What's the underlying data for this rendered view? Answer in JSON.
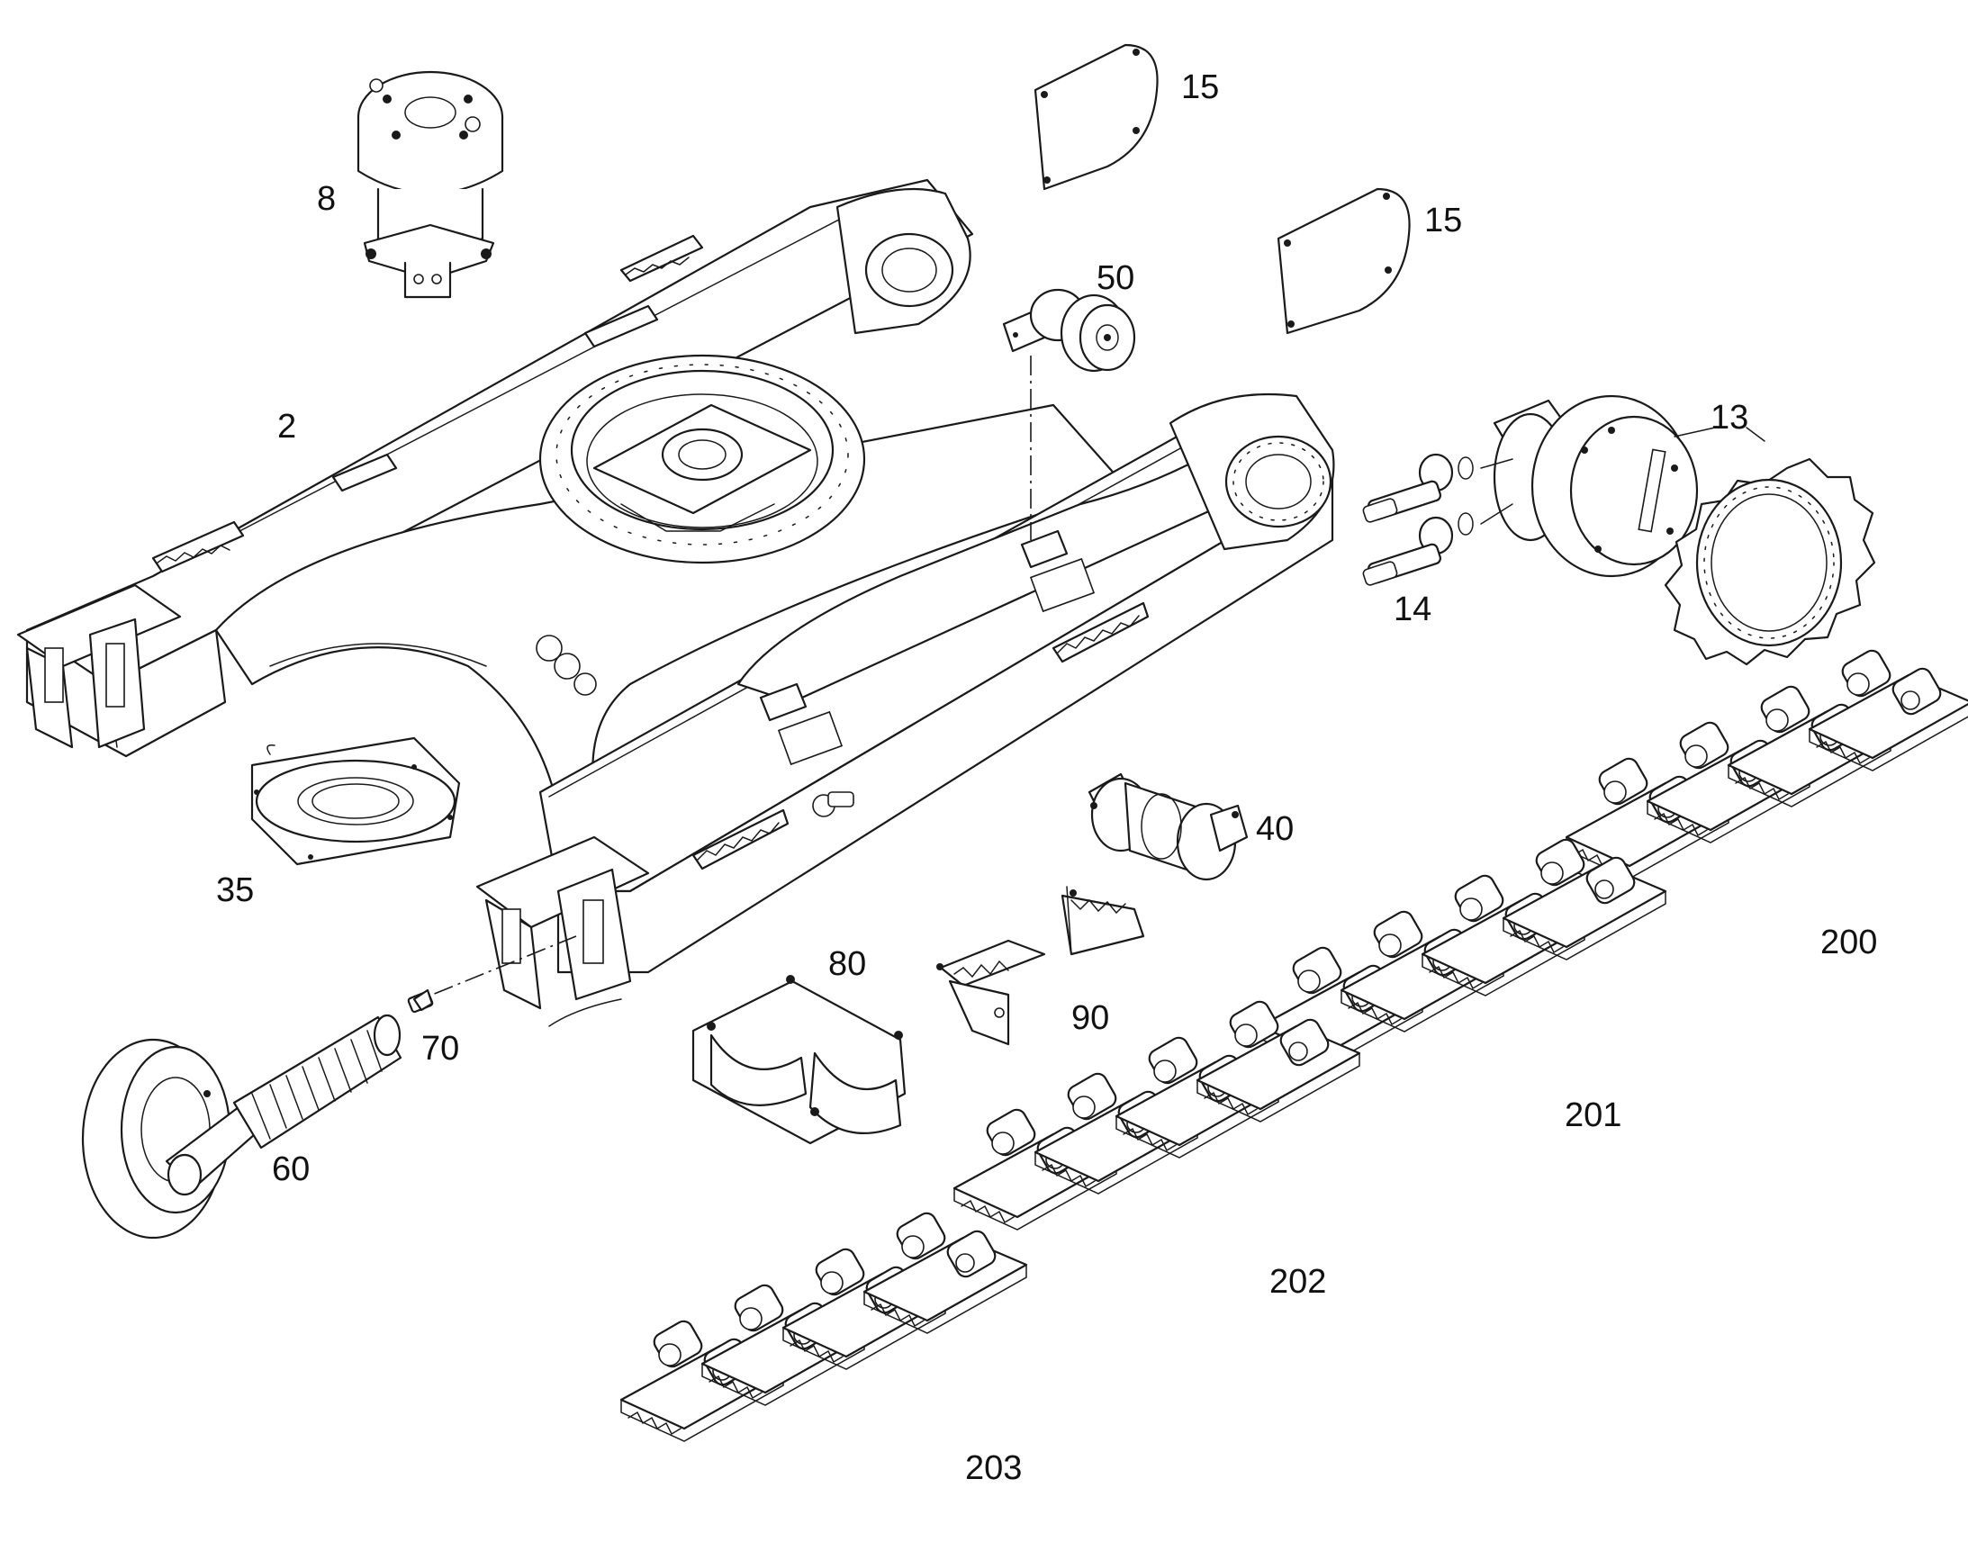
{
  "callouts": {
    "c8": "8",
    "c15a": "15",
    "c15b": "15",
    "c50": "50",
    "c2": "2",
    "c13": "13",
    "c14": "14",
    "c35": "35",
    "c40": "40",
    "c80": "80",
    "c90": "90",
    "c70": "70",
    "c60": "60",
    "c200": "200",
    "c201": "201",
    "c202": "202",
    "c203": "203"
  },
  "colors": {
    "line": "#1a1a1a",
    "background": "#ffffff"
  }
}
